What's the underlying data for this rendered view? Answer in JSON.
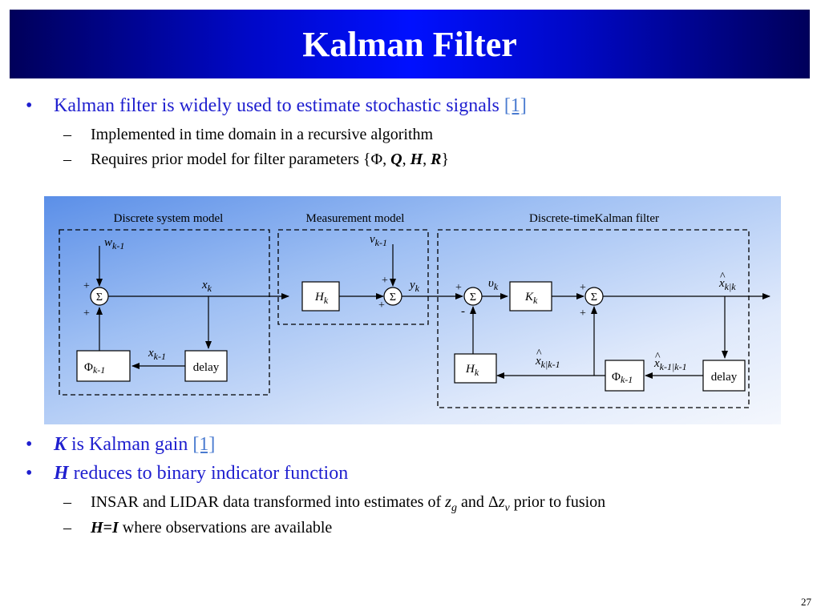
{
  "slide": {
    "title": "Kalman Filter",
    "page_number": "27"
  },
  "bullets_top": {
    "b1_text": "Kalman filter is widely used to estimate stochastic signals",
    "b1_ref": "[1]",
    "sub1": "Implemented in time domain in a recursive algorithm",
    "sub2_text": "Requires prior model for filter parameters {",
    "sub2_phi": "Φ",
    "sub2_q": "Q",
    "sub2_h": "H",
    "sub2_r": "R",
    "sub2_end": "}"
  },
  "diagram": {
    "section_system": "Discrete system model",
    "section_measurement": "Measurement model",
    "section_filter": "Discrete-timeKalman filter",
    "sum_symbol": "Σ",
    "plus": "+",
    "minus": "-",
    "w_base": "w",
    "w_sub": "k-1",
    "x_base": "x",
    "x_sub": "k",
    "xprev_base": "x",
    "xprev_sub": "k-1",
    "phi_base": "Φ",
    "phi_sub": "k-1",
    "delay": "delay",
    "h_base": "H",
    "h_sub": "k",
    "v_base": "v",
    "v_sub": "k-1",
    "y_base": "y",
    "y_sub": "k",
    "u_base": "υ",
    "u_sub": "k",
    "k_base": "K",
    "k_sub": "k",
    "hat": "^",
    "xkk_sub": "k|k",
    "xkk1_sub": "k|k-1",
    "xk1k1_sub": "k-1|k-1"
  },
  "bullets_bottom": {
    "b1_bold": "K",
    "b1_text": " is Kalman gain ",
    "b1_ref": "[1]",
    "b2_bold": "H",
    "b2_text": " reduces to binary indicator function",
    "sub1_a": "INSAR and LIDAR data transformed into estimates of ",
    "sub1_z": "z",
    "sub1_g": "g",
    "sub1_and": " and ",
    "sub1_delta": "Δ",
    "sub1_v": "v",
    "sub1_end": " prior to fusion",
    "sub2_bold": "H=I",
    "sub2_text": " where observations are available"
  }
}
